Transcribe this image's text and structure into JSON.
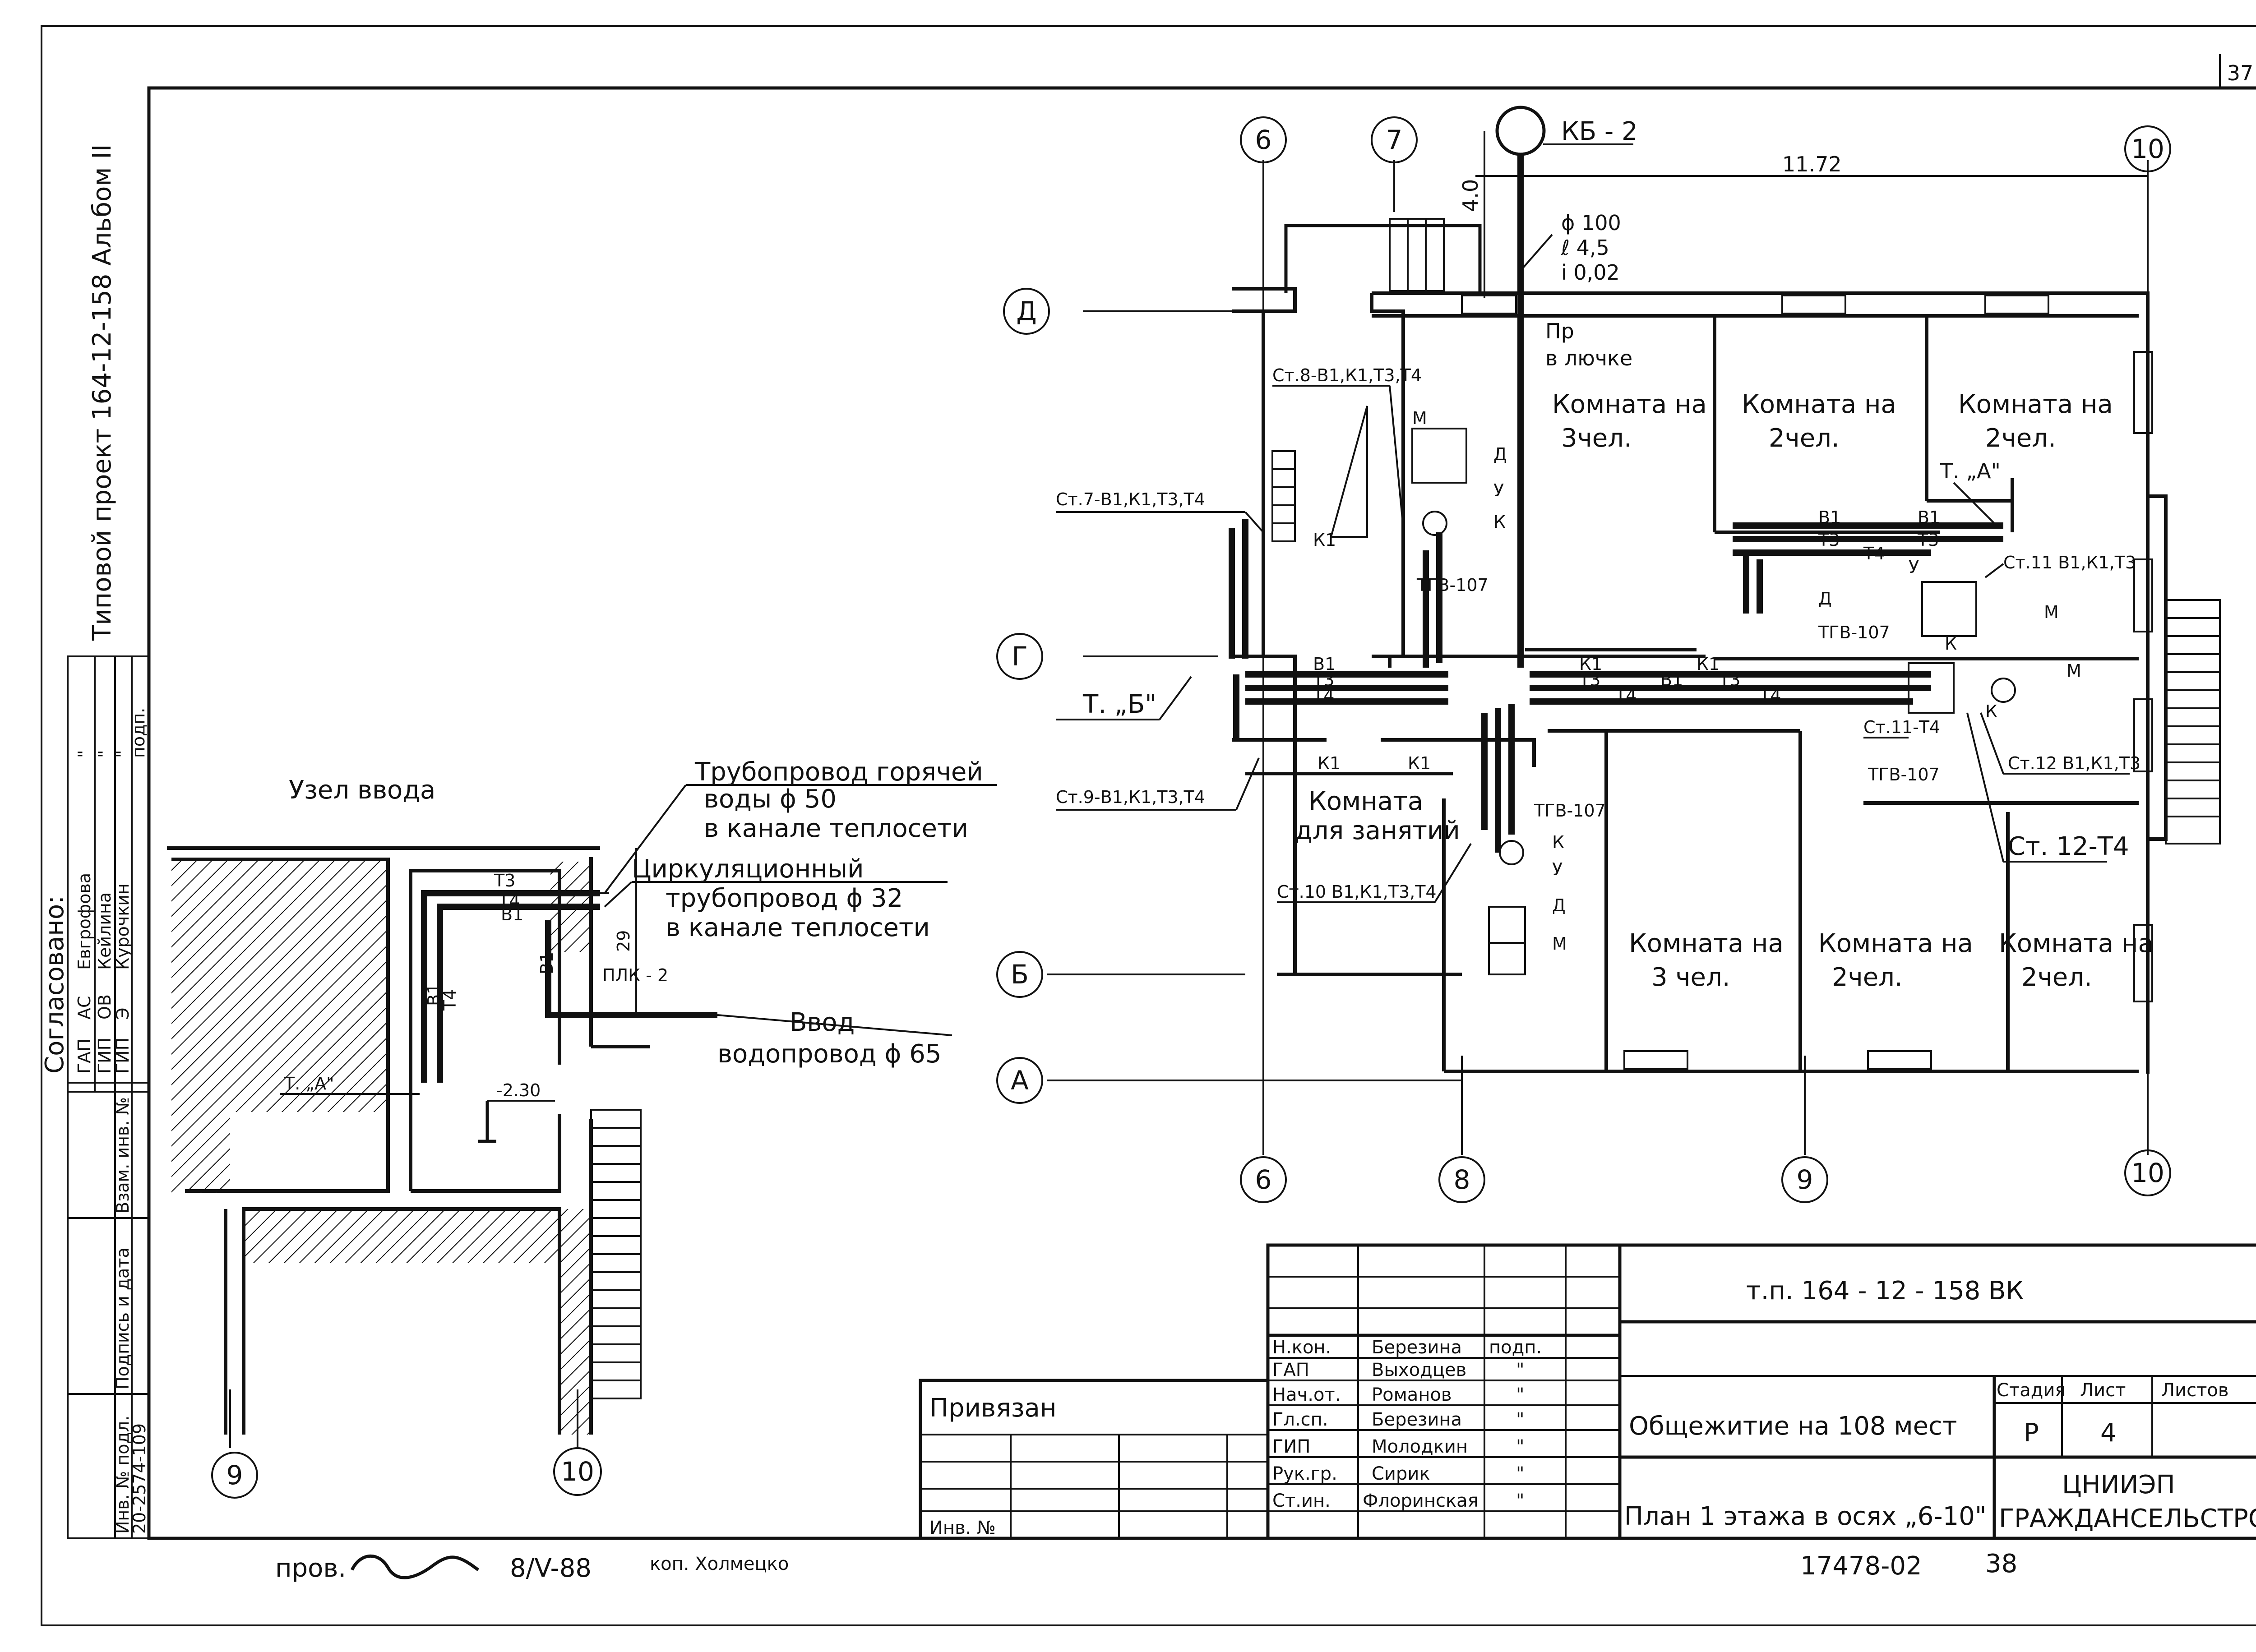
{
  "sheet_number_corner": "37",
  "side_title": "Типовой проект 164-12-158 Альбом II",
  "approval": {
    "header": "Согласовано:",
    "columns": [
      "",
      "",
      "подп."
    ],
    "rows": [
      [
        "ГАП",
        "АС",
        "Евгрофова",
        "\""
      ],
      [
        "ГИП",
        "ОВ",
        "Кейлина",
        "\""
      ],
      [
        "ГИП",
        "Э",
        "Курочкин",
        "\""
      ]
    ]
  },
  "inventory": {
    "labels": [
      "Инв. № подл.",
      "Подпись и дата",
      "Взам. инв. №"
    ],
    "number": "20-2574-109"
  },
  "node": {
    "title": "Узел ввода",
    "hot_pipe": [
      "Трубопровод горячей",
      "воды ϕ 50",
      "в канале теплосети"
    ],
    "circ_pipe": [
      "Циркуляционный",
      "трубопровод ϕ 32",
      "в канале теплосети"
    ],
    "inlet": [
      "Ввод",
      "водопровод ϕ 65"
    ],
    "labels": {
      "t3": "Т3",
      "t4": "Т4",
      "b1": "В1",
      "plk": "ПЛК - 2",
      "dim": "29",
      "level": "-2.30",
      "point_a": "Т. „А\""
    },
    "axes": [
      "9",
      "10"
    ]
  },
  "plan": {
    "axes_top": [
      "6",
      "7",
      "10"
    ],
    "axes_bottom": [
      "6",
      "8",
      "9",
      "10"
    ],
    "axes_left": [
      "Д",
      "Г",
      "Б",
      "А"
    ],
    "well": "КБ - 2",
    "dims": {
      "width": "11.72",
      "offset": "4.0"
    },
    "pipe_spec": [
      "ϕ 100",
      "ℓ 4,5",
      "i 0,02"
    ],
    "hatch_note": [
      "Пр",
      "в лючке"
    ],
    "rooms": [
      [
        "Комната на",
        "3чел."
      ],
      [
        "Комната на",
        "2чел."
      ],
      [
        "Комната на",
        "2чел."
      ],
      [
        "Комната",
        "для занятий"
      ],
      [
        "Комната на",
        "3 чел."
      ],
      [
        "Комната на",
        "2чел."
      ],
      [
        "Комната на",
        "2чел."
      ]
    ],
    "risers": [
      "Ст.8-В1,К1,Т3,Т4",
      "Ст.7-В1,К1,Т3,Т4",
      "Ст.9-В1,К1,Т3,Т4",
      "Ст.10 В1,К1,Т3,Т4",
      "Ст.11 В1,К1,Т3",
      "Ст.11-Т4",
      "Ст.12 В1,К1,Т3",
      "Ст. 12-Т4"
    ],
    "points": [
      "Т. „Б\"",
      "Т. „А\""
    ],
    "heaters": [
      "ТГВ-107",
      "ТГВ-107",
      "ТГВ-107",
      "ТГВ-107"
    ],
    "fixtures": [
      "М",
      "Д",
      "У",
      "К"
    ],
    "pipe_labels": [
      "В1",
      "Т3",
      "Т4",
      "К1"
    ]
  },
  "title_block": {
    "code": "т.п. 164 - 12 - 158 ВК",
    "object": "Общежитие на 108 мест",
    "sheet": "План 1 этажа в осях „6-10\"",
    "org": [
      "ЦНИИЭП",
      "ГРАЖДАНСЕЛЬСТРОЙ"
    ],
    "stage_labels": [
      "Стадия",
      "Лист",
      "Листов"
    ],
    "stage_values": [
      "Р",
      "4",
      ""
    ],
    "bound": "Привязан",
    "inv": "Инв. № ",
    "signatures": [
      [
        "Н.кон.",
        "Березина",
        "подп."
      ],
      [
        "ГАП",
        "Выходцев",
        "\""
      ],
      [
        "Нач.от.",
        "Романов",
        "\""
      ],
      [
        "Гл.сп.",
        "Березина",
        "\""
      ],
      [
        "ГИП",
        "Молодкин",
        "\""
      ],
      [
        "Рук.гр.",
        "Сирик",
        "\""
      ],
      [
        "Ст.ин.",
        "Флоринская",
        "\""
      ]
    ]
  },
  "footer": {
    "checked": "пров.",
    "check_date": "8/V-88",
    "copied": "коп. Холмецко",
    "drawing_number": "17478-02",
    "page": "38"
  }
}
